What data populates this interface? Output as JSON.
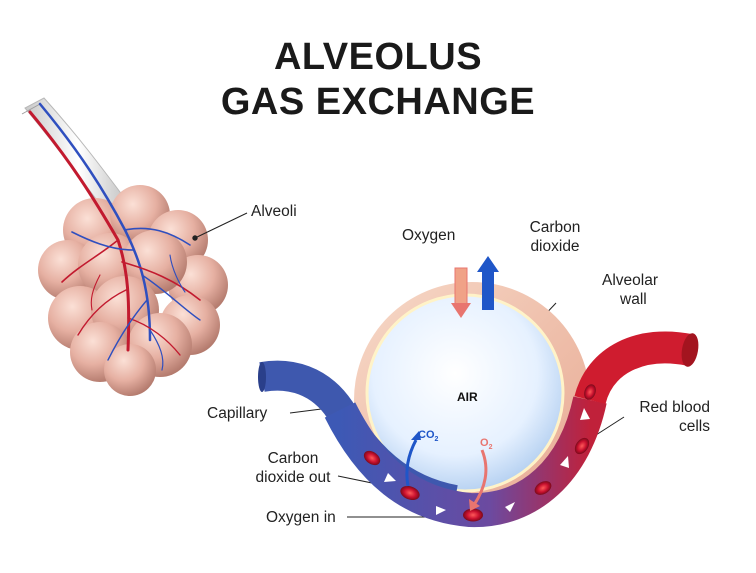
{
  "title": {
    "line1": "ALVEOLUS",
    "line2": "GAS EXCHANGE"
  },
  "labels": {
    "alveoli": "Alveoli",
    "oxygen": "Oxygen",
    "carbon_dioxide_1": "Carbon",
    "carbon_dioxide_2": "dioxide",
    "alveolar_wall_1": "Alveolar",
    "alveolar_wall_2": "wall",
    "capillary": "Capillary",
    "red_blood_cells_1": "Red blood",
    "red_blood_cells_2": "cells",
    "co2_out_1": "Carbon",
    "co2_out_2": "dioxide out",
    "oxygen_in": "Oxygen in",
    "air": "AIR"
  },
  "gases": {
    "co2_base": "CO",
    "co2_sub": "2",
    "o2_base": "O",
    "o2_sub": "2"
  },
  "colors": {
    "alveoli_pink": "#e7b2a4",
    "artery_red": "#d3182e",
    "vein_blue": "#3551a8",
    "oxygen_arrow": "#e8756f",
    "co2_arrow": "#1f56c8",
    "air_sac": "#dfeeff"
  }
}
